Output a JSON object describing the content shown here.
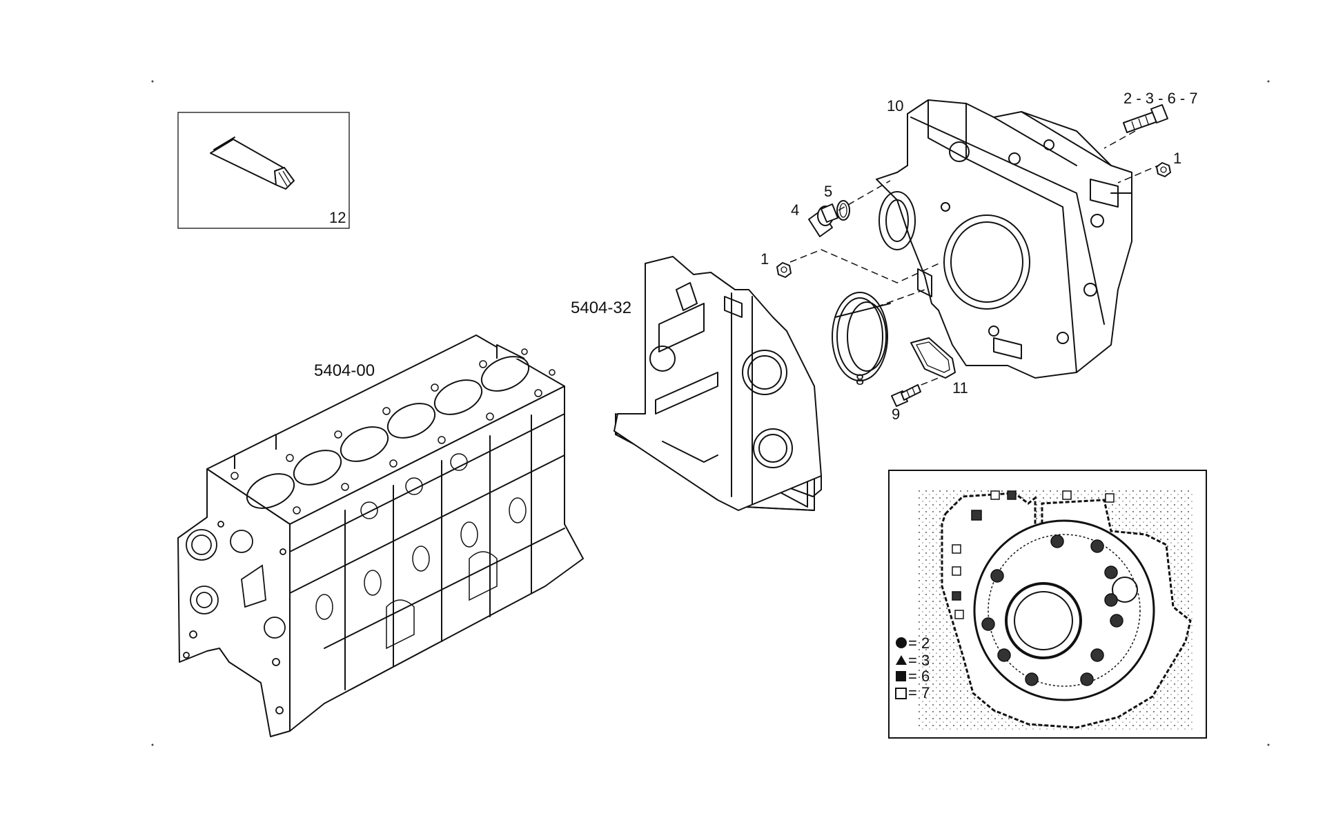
{
  "labels": {
    "tube": "12",
    "block": "5404-00",
    "front_cover": "5404-32",
    "housing": "10",
    "bolt_top": "2 - 3 - 6 - 7",
    "nut_right": "1",
    "plug": "4",
    "oring": "5",
    "nut_left": "1",
    "seal": "8",
    "bolt_bottom": "9",
    "gasket": "11"
  },
  "legend": [
    {
      "symbol": "circle",
      "text": "= 2"
    },
    {
      "symbol": "triangle",
      "text": "= 3"
    },
    {
      "symbol": "square-filled",
      "text": "= 6"
    },
    {
      "symbol": "square-open",
      "text": "= 7"
    }
  ]
}
